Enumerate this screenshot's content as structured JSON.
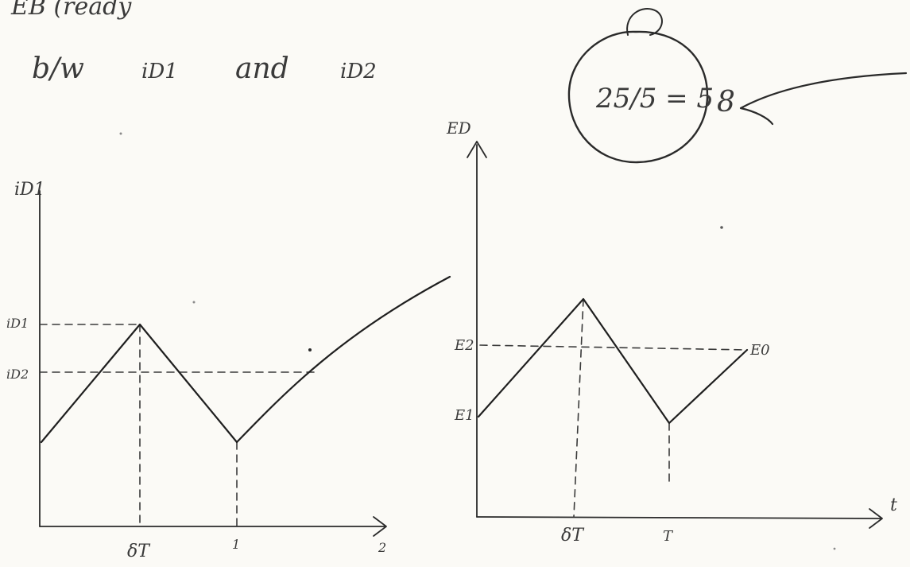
{
  "header": {
    "top_line": "EB (ready",
    "line": "b/w",
    "label_a": "iD1",
    "connector": "and",
    "label_b": "iD2"
  },
  "note": {
    "circled_text": "25/5 = 5",
    "trailing_mark": "8"
  },
  "left_plot": {
    "y_axis_label": "iD1",
    "y_tick_upper": "iD1",
    "y_tick_lower": "iD2",
    "x_tick_1": "δT",
    "x_tick_2": "1",
    "x_tick_3": "2"
  },
  "right_plot": {
    "y_axis_label": "ED",
    "y_tick_top": "E2",
    "y_tick_bottom": "E1",
    "end_label": "E0",
    "x_axis_label": "t",
    "x_tick_1": "δT",
    "x_tick_2": "T"
  },
  "chart_data": {
    "type": "line",
    "title": "",
    "series": [
      {
        "name": "iD1",
        "x": [
          0,
          0.5,
          1,
          1.5
        ],
        "y": [
          1.0,
          2.4,
          1.0,
          2.8
        ]
      },
      {
        "name": "ED",
        "x": [
          0,
          0.5,
          1,
          1.4
        ],
        "y": [
          1.0,
          2.6,
          1.0,
          1.9
        ]
      }
    ]
  }
}
